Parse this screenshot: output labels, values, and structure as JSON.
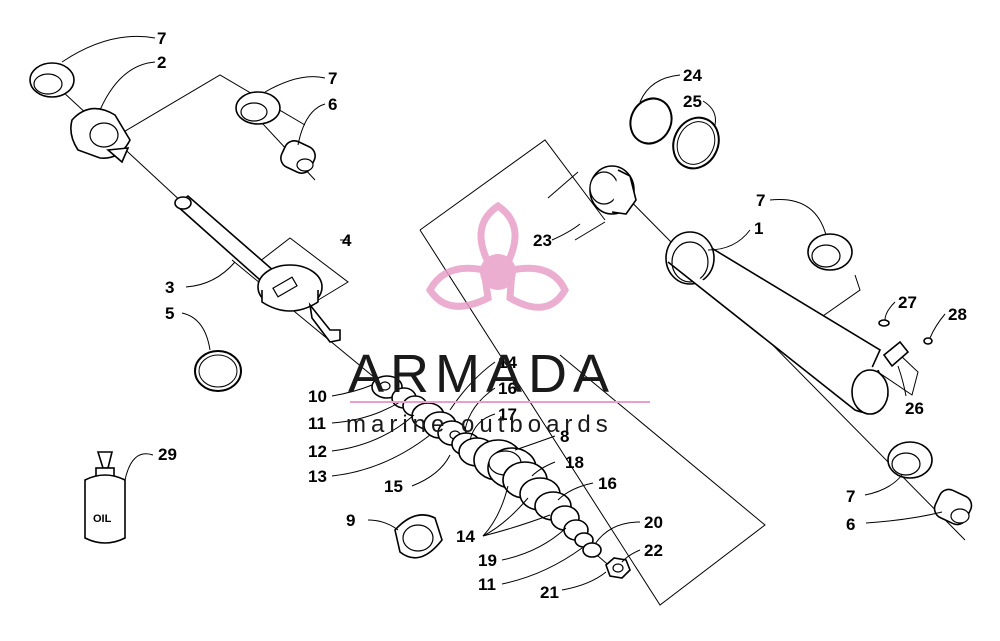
{
  "diagram": {
    "callouts": [
      "7",
      "2",
      "7",
      "6",
      "3",
      "4",
      "5",
      "10",
      "11",
      "12",
      "13",
      "14",
      "16",
      "17",
      "15",
      "8",
      "18",
      "16",
      "9",
      "14",
      "19",
      "11",
      "20",
      "22",
      "21",
      "24",
      "25",
      "23",
      "1",
      "7",
      "27",
      "28",
      "26",
      "7",
      "6",
      "29"
    ],
    "bottle_label": "OIL"
  },
  "watermark": {
    "brand": "ARMADA",
    "tagline": "marine outboards",
    "brand_color": "#e8a0c8"
  }
}
